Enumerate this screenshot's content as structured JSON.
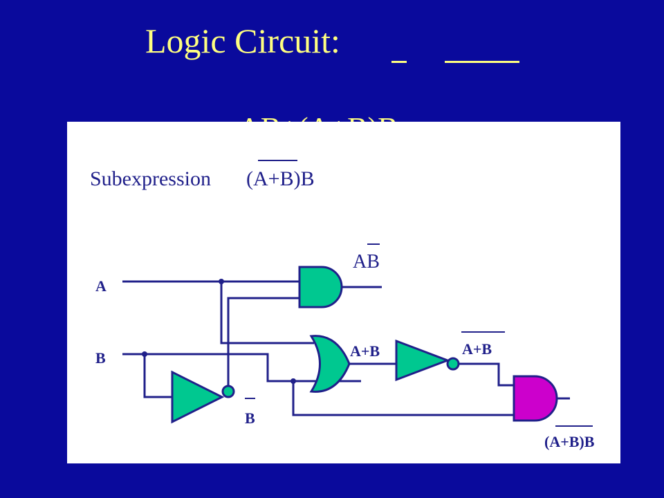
{
  "slide": {
    "title": "Logic Circuit:",
    "subtitle": "AB+(A+B)B"
  },
  "panel": {
    "heading_prefix": "Subexpression",
    "heading_expr": "(A+B)B"
  },
  "labels": {
    "input_a": "A",
    "input_b": "B",
    "and1_output": "AB",
    "or_output": "A+B",
    "not_or_output": "A+B",
    "not_b_output": "B",
    "and2_output": "(A+B)B"
  },
  "colors": {
    "background": "#0a0a9c",
    "title_text": "#ffff80",
    "wire": "#20208a",
    "gate_green": "#00c890",
    "gate_magenta": "#cc00cc"
  }
}
